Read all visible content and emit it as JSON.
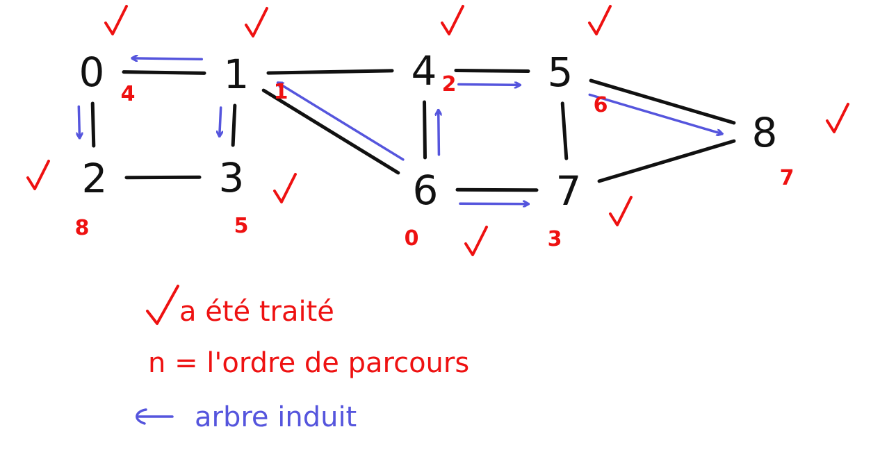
{
  "colors": {
    "ink": "#111111",
    "processed": "#ee1111",
    "tree": "#5555dd"
  },
  "nodes": [
    {
      "id": "0",
      "label": "0",
      "order": "4",
      "processed": true
    },
    {
      "id": "1",
      "label": "1",
      "order": "1",
      "processed": true
    },
    {
      "id": "2",
      "label": "2",
      "order": "8",
      "processed": true
    },
    {
      "id": "3",
      "label": "3",
      "order": "5",
      "processed": true
    },
    {
      "id": "4",
      "label": "4",
      "order": "2",
      "processed": true
    },
    {
      "id": "5",
      "label": "5",
      "order": "6",
      "processed": true
    },
    {
      "id": "6",
      "label": "6",
      "order": "0",
      "processed": true
    },
    {
      "id": "7",
      "label": "7",
      "order": "3",
      "processed": true
    },
    {
      "id": "8",
      "label": "8",
      "order": "7",
      "processed": true
    }
  ],
  "edges": [
    [
      "0",
      "1"
    ],
    [
      "0",
      "2"
    ],
    [
      "1",
      "3"
    ],
    [
      "2",
      "3"
    ],
    [
      "1",
      "4"
    ],
    [
      "1",
      "6"
    ],
    [
      "4",
      "5"
    ],
    [
      "4",
      "6"
    ],
    [
      "5",
      "7"
    ],
    [
      "5",
      "8"
    ],
    [
      "6",
      "7"
    ],
    [
      "7",
      "8"
    ]
  ],
  "tree_arrows": [
    [
      "6",
      "1"
    ],
    [
      "6",
      "4"
    ],
    [
      "6",
      "7"
    ],
    [
      "1",
      "0"
    ],
    [
      "1",
      "3"
    ],
    [
      "4",
      "5"
    ],
    [
      "5",
      "8"
    ],
    [
      "0",
      "2"
    ]
  ],
  "legend": {
    "processed_text": "a été traité",
    "order_text": "n = l'ordre de parcours",
    "tree_text": "arbre induit"
  }
}
